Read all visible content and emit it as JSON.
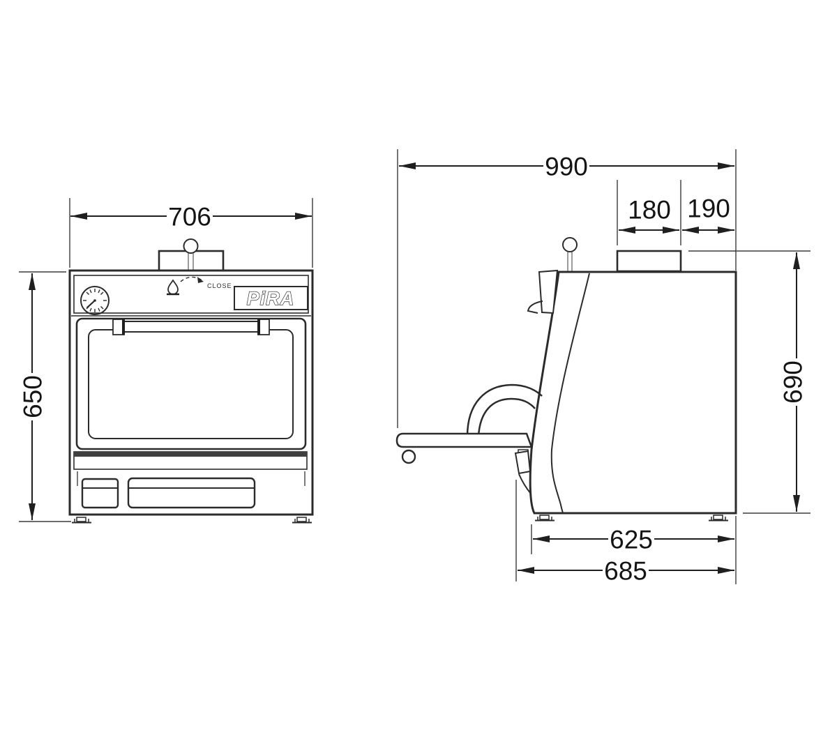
{
  "drawing": {
    "background": "#ffffff",
    "line_color": "#2b2b2b",
    "dimension_color": "#1f1f1f",
    "brand_logo": "PiRA",
    "front_view": {
      "dim_width": "706",
      "dim_height": "650",
      "damper_label": "CLOSE"
    },
    "side_view": {
      "dim_depth_total": "990",
      "dim_chimney_width": "180",
      "dim_chimney_to_back": "190",
      "dim_height": "690",
      "dim_feet_depth": "625",
      "dim_base_depth": "685"
    }
  }
}
